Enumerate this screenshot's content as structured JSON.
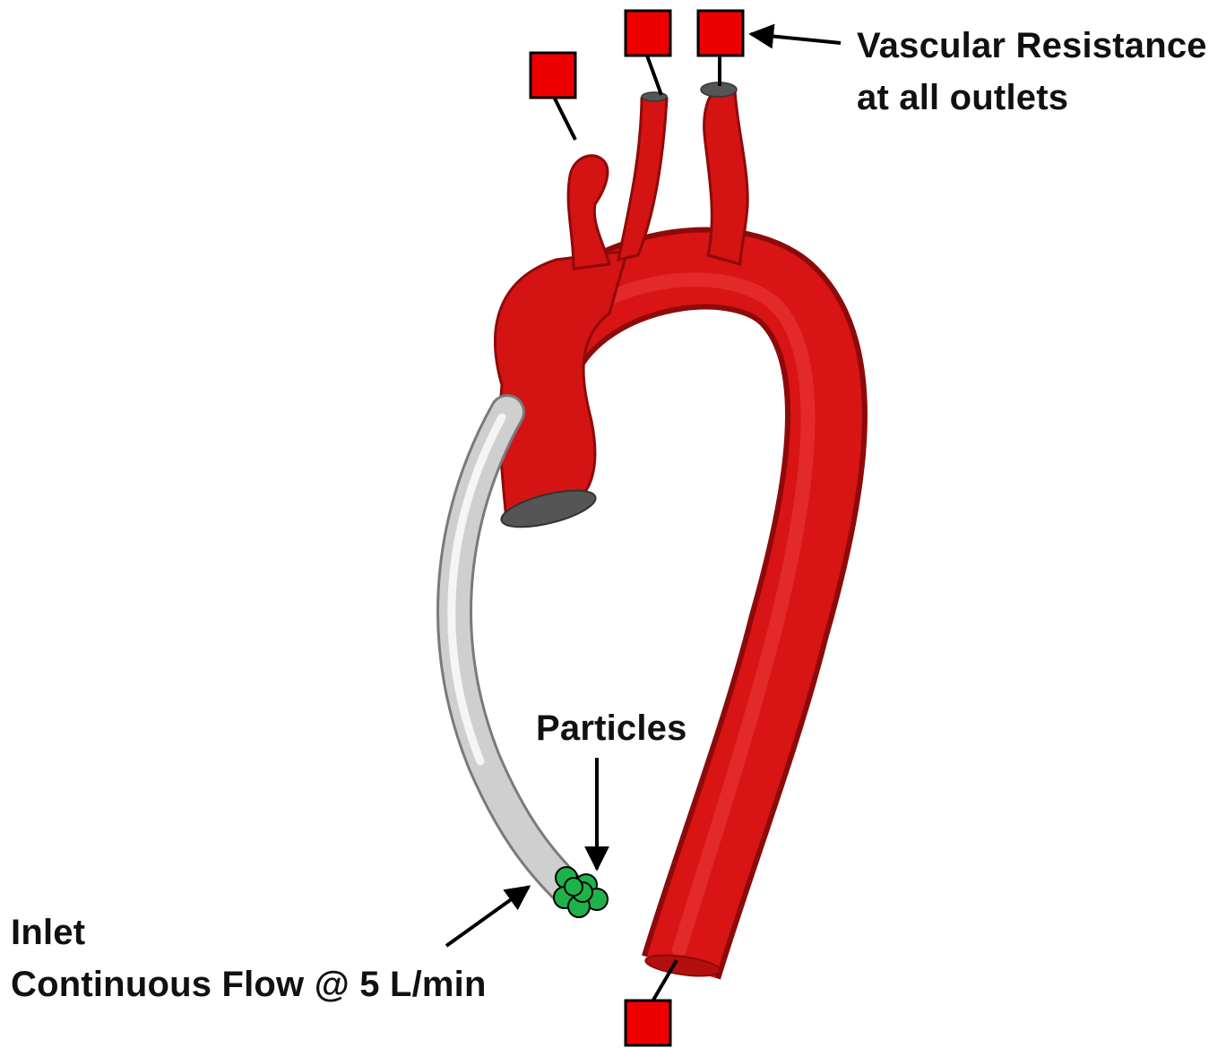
{
  "labels": {
    "vascular_resistance_line1": "Vascular Resistance",
    "vascular_resistance_line2": "at all outlets",
    "particles": "Particles",
    "inlet_line1": "Inlet",
    "inlet_line2": "Continuous Flow @ 5 L/min"
  },
  "colors": {
    "aorta": "#d81414",
    "aorta_dark": "#8e0a0a",
    "outlet_cap": "#555555",
    "cannula": "#c8c8c8",
    "particles": "#1db34a",
    "resistance_box": "#ee0000",
    "outline": "#000000"
  },
  "counts": {
    "resistance_markers": 4,
    "particles": 7
  }
}
